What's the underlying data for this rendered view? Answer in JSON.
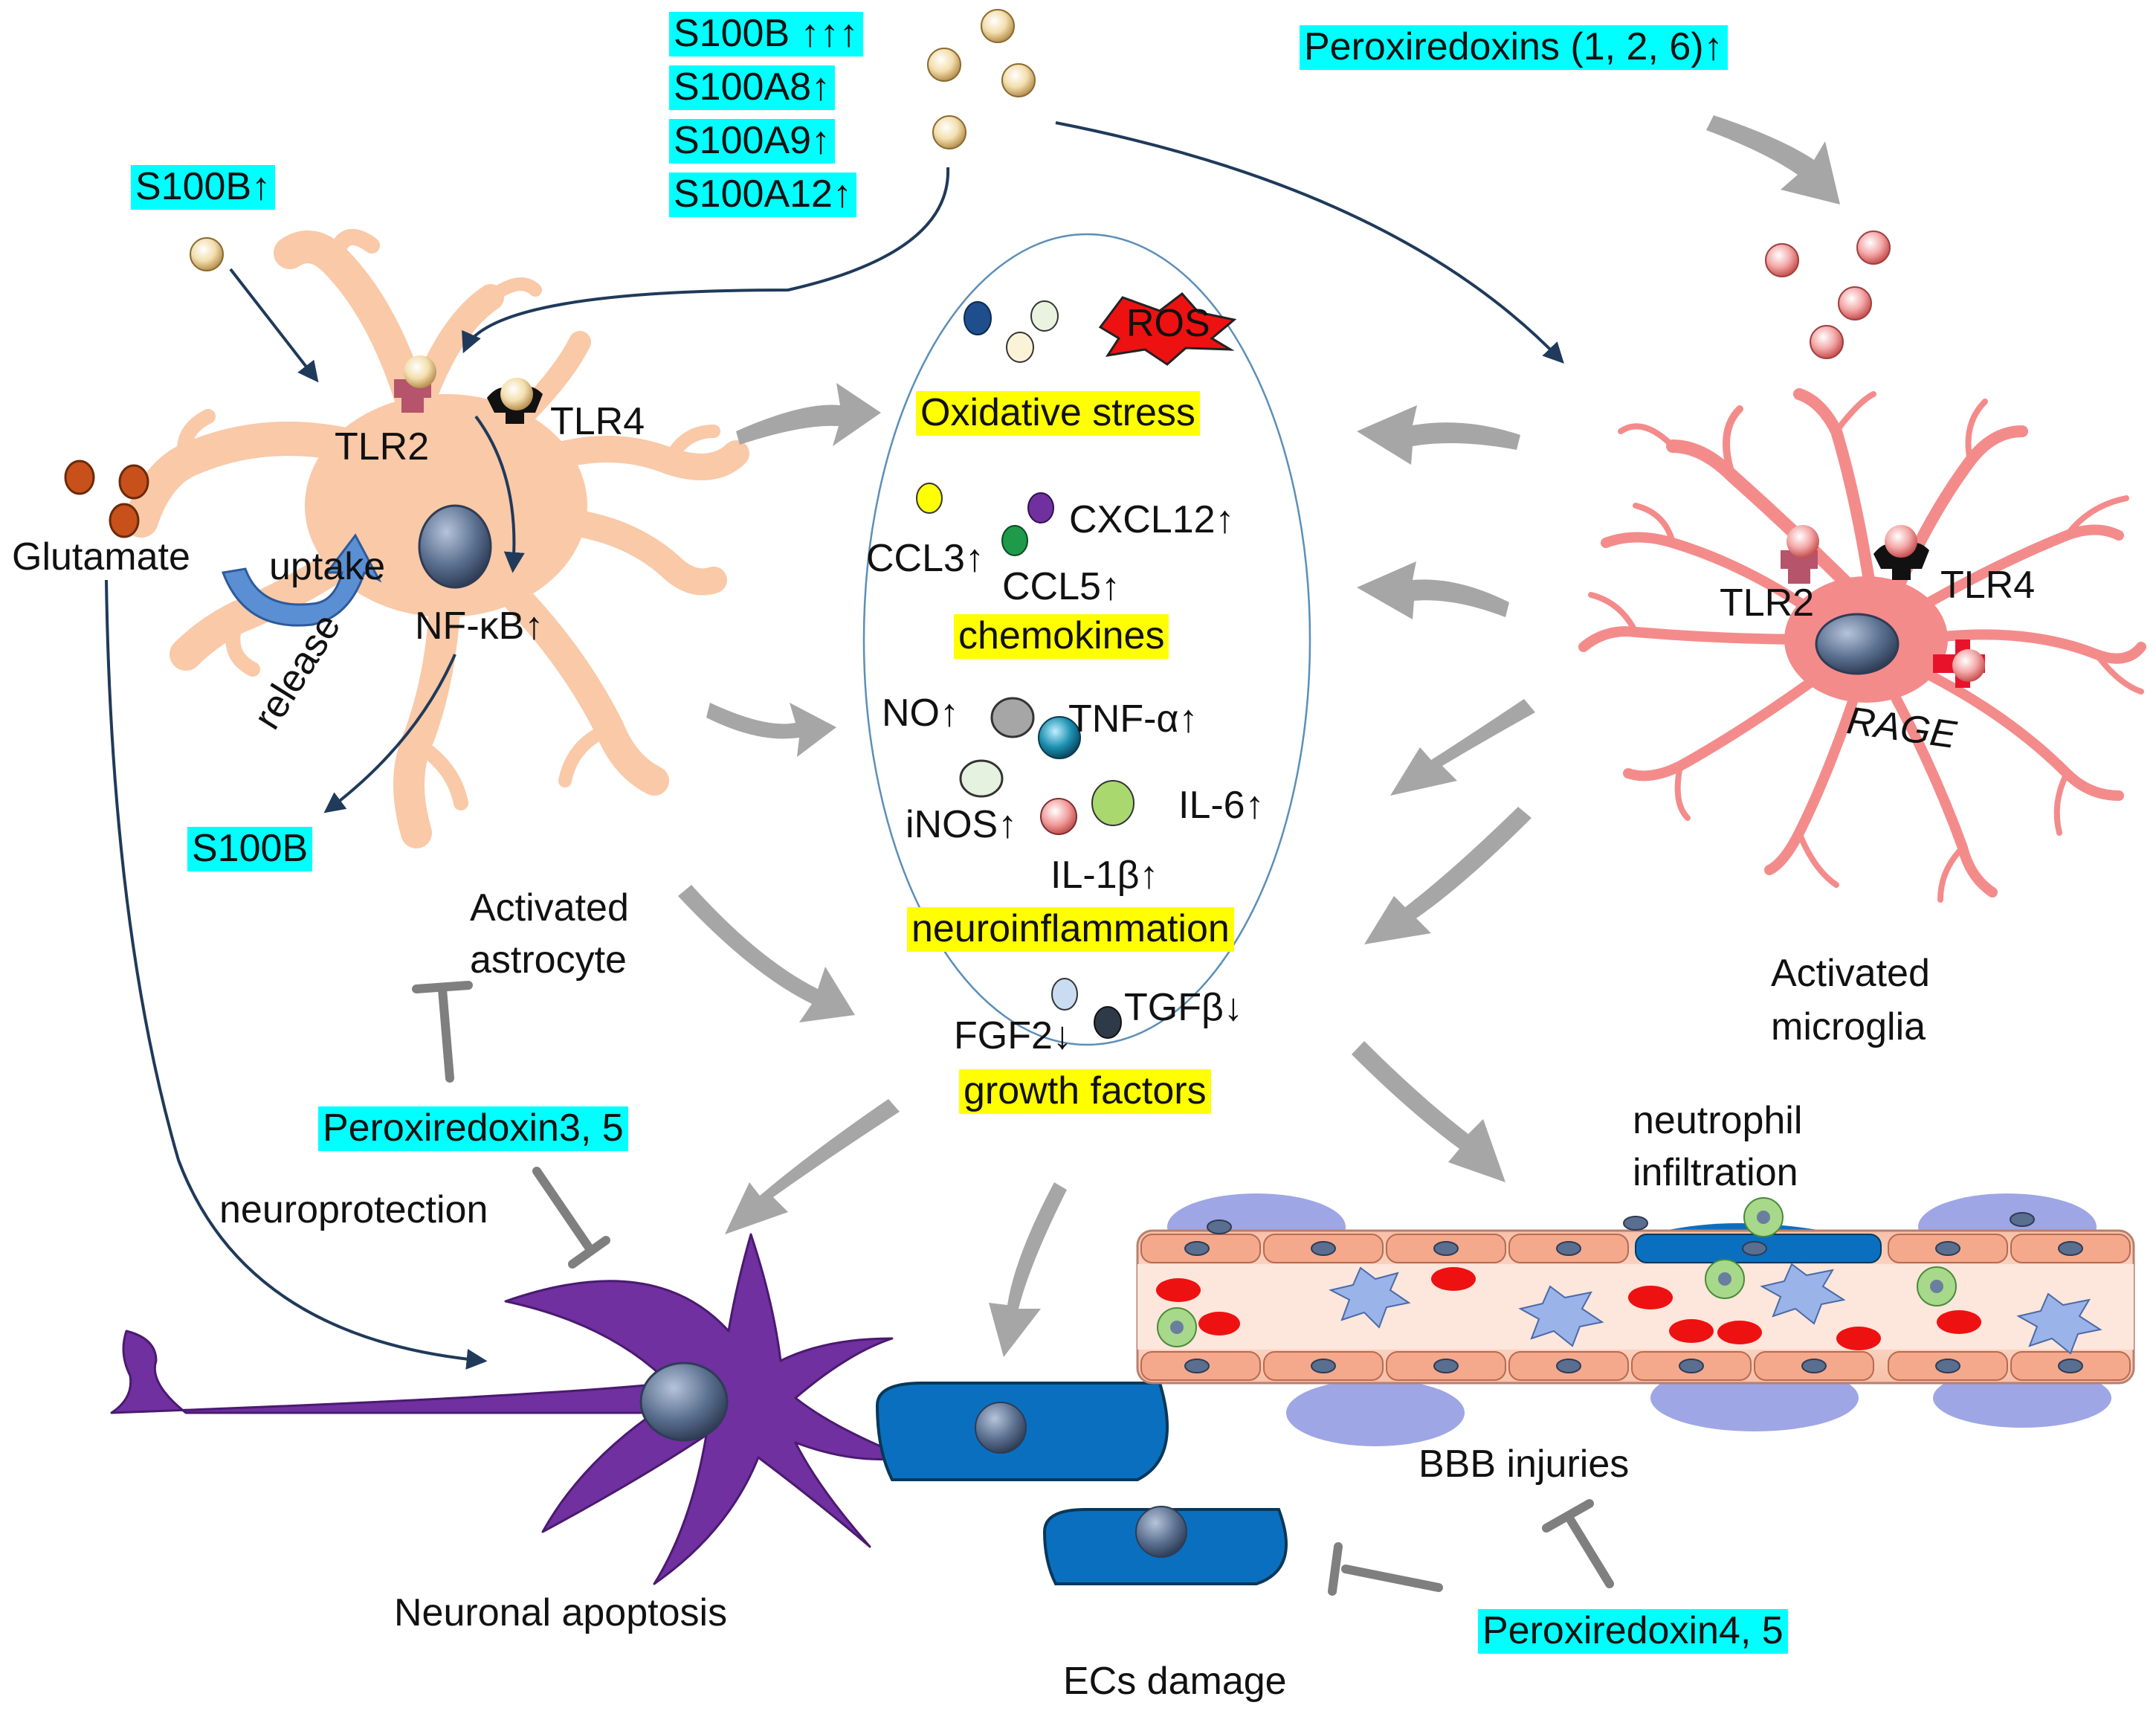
{
  "colors": {
    "astrocyte": "#f9c9a8",
    "microglia": "#f48b8b",
    "neuron": "#7030a0",
    "nucleus": "#5a6f8f",
    "endothelial": "#0b6fbf",
    "arrow_gray": "#a6a6a6",
    "arrow_navy": "#1f3a5a",
    "cyan_highlight": "#00ffff",
    "yellow_highlight": "#ffff00",
    "rbc": "#ee1111",
    "ros": "#ee1111"
  },
  "labels": {
    "s100b_left": "S100B↑",
    "s100b_top": "S100B  ↑↑↑",
    "s100a8": "S100A8↑",
    "s100a9": "S100A9↑",
    "s100a12": "S100A12↑",
    "peroxiredoxins_top": "Peroxiredoxins (1, 2, 6)↑",
    "tlr2_astro": "TLR2",
    "tlr4_astro": "TLR4",
    "glutamate": "Glutamate",
    "uptake": "uptake",
    "nfkb": "NF-κB↑",
    "release": "release",
    "s100b_release": "S100B",
    "activated_astrocyte_1": "Activated",
    "activated_astrocyte_2": "astrocyte",
    "peroxiredoxin35": "Peroxiredoxin3, 5",
    "neuroprotection": "neuroprotection",
    "neuronal_apoptosis": "Neuronal apoptosis",
    "ros": "ROS",
    "oxidative_stress": "Oxidative stress",
    "ccl3": "CCL3↑",
    "cxcl12": "CXCL12↑",
    "ccl5": "CCL5↑",
    "chemokines": "chemokines",
    "no": "NO↑",
    "tnfa": "TNF-α↑",
    "inos": "iNOS↑",
    "il6": "IL-6↑",
    "il1b": "IL-1β↑",
    "neuroinflammation": "neuroinflammation",
    "tgfb": "TGFβ↓",
    "fgf2": "FGF2↓",
    "growth_factors": "growth factors",
    "tlr2_micro": "TLR2",
    "tlr4_micro": "TLR4",
    "rage": "RAGE",
    "activated_microglia_1": "Activated",
    "activated_microglia_2": "microglia",
    "neutrophil_1": "neutrophil",
    "neutrophil_2": "infiltration",
    "bbb_injuries": "BBB injuries",
    "peroxiredoxin45": "Peroxiredoxin4, 5",
    "ecs_damage": "ECs damage"
  }
}
